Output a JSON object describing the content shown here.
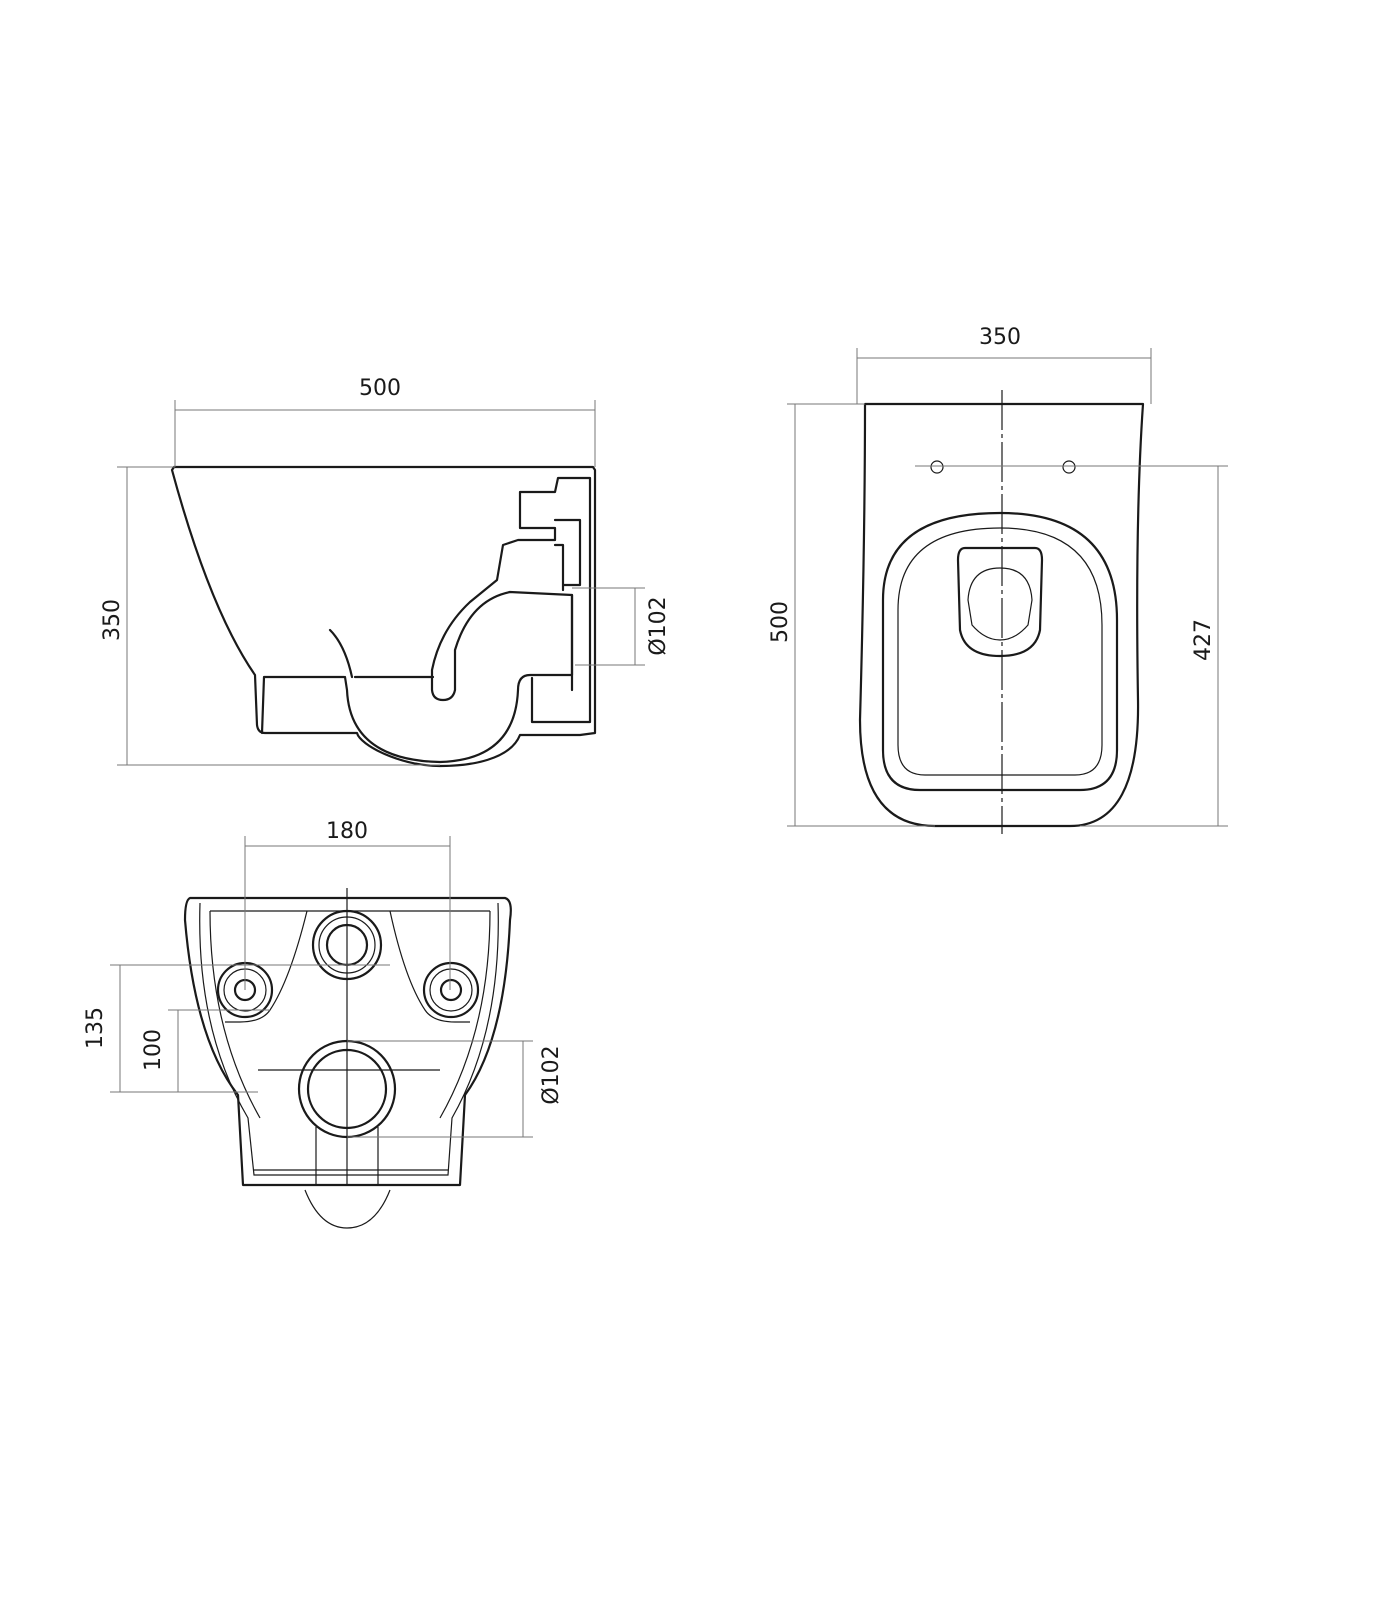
{
  "side_view": {
    "width_label": "500",
    "height_label": "350",
    "outlet_label": "Ø102"
  },
  "top_view": {
    "width_label": "350",
    "length_label": "500",
    "fixing_label": "427"
  },
  "rear_view": {
    "bolt_spacing_label": "180",
    "inlet_height_label": "135",
    "bolt_height_label": "100",
    "outlet_label": "Ø102"
  }
}
